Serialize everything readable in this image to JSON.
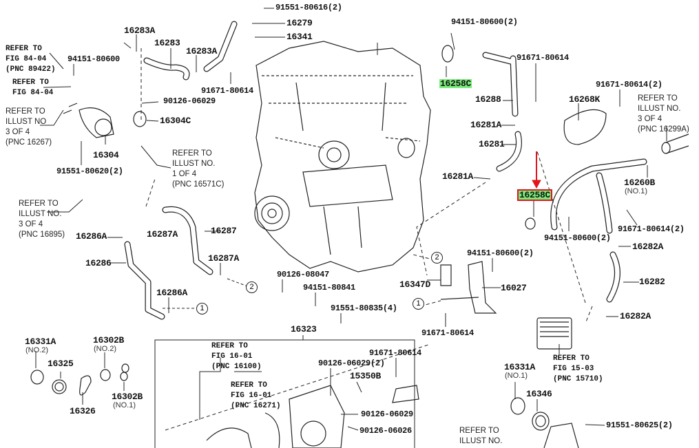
{
  "accent_colors": {
    "highlight": "#78ec78",
    "callout_red": "#e3141b"
  },
  "callout": {
    "target_label": "16258C",
    "icon": "red-arrow-down"
  },
  "labels": {
    "p91551_80616": "91551-80616(2)",
    "p16279": "16279",
    "p16341": "16341",
    "p16283A_a": "16283A",
    "p16283": "16283",
    "p16283A_b": "16283A",
    "p91671_80614_a": "91671-80614",
    "ref_fig8404_a": "REFER TO\nFIG 84-04\n(PNC 89422)",
    "p94151_80600_a": "94151-80600",
    "ref_fig8404_b": "REFER TO\nFIG 84-04",
    "ref_illust_16267": "REFER TO\nILLUST NO\n3 OF 4\n(PNC 16267)",
    "p90126_06029_a": "90126-06029",
    "p16304C": "16304C",
    "p16304": "16304",
    "p91551_80620": "91551-80620(2)",
    "ref_illust_16571C": "REFER TO\nILLUST NO.\n1 OF 4\n(PNC 16571C)",
    "ref_illust_16895": "REFER TO\nILLUST NO.\n3 OF 4\n(PNC 16895)",
    "p16286A_a": "16286A",
    "p16287A_a": "16287A",
    "p16287": "16287",
    "p16286": "16286",
    "p16287A_b": "16287A",
    "p16286A_b": "16286A",
    "p16331A_a": "16331A",
    "no2_a": "(NO.2)",
    "p16325": "16325",
    "p16302B_a": "16302B",
    "no2_b": "(NO.2)",
    "p16326": "16326",
    "p16302B_b": "16302B",
    "no1_a": "(NO.1)",
    "p16323": "16323",
    "ref_fig1601_a": "REFER TO\nFIG 16-01\n(PNC 16100)",
    "ref_fig1601_b": "REFER TO\nFIG 16-01\n(PNC 16271)",
    "p90126_08047": "90126-08047",
    "p94151_80841": "94151-80841",
    "p91551_80835": "91551-80835(4)",
    "p90126_06029_2": "90126-06029(2)",
    "p91671_80614_b": "91671-80614",
    "p15350B": "15350B",
    "p90126_06029_b": "90126-06029",
    "p90126_06026": "90126-06026",
    "p94151_80600_b": "94151-80600(2)",
    "p16258C_a": "16258C",
    "p91671_80614_c": "91671-80614",
    "p16288": "16288",
    "p16281A_a": "16281A",
    "p16281": "16281",
    "p16281A_b": "16281A",
    "p16258C_b": "16258C",
    "p94151_80600_c": "94151-80600(2)",
    "p91671_80614_d": "91671-80614(2)",
    "p16268K": "16268K",
    "ref_illust_16299A": "REFER TO\nILLUST NO.\n3 OF 4\n(PNC 16299A)",
    "p16260B": "16260B",
    "no1_b": "(NO.1)",
    "p91671_80614_e": "91671-80614(2)",
    "p16282A_a": "16282A",
    "p16282": "16282",
    "p16282A_b": "16282A",
    "ref_fig1503": "REFER TO\nFIG 15-03\n(PNC 15710)",
    "p16331A_b": "16331A",
    "no1_c": "(NO.1)",
    "p16346": "16346",
    "p91551_80625": "91551-80625(2)",
    "ref_illust_bottom": "REFER TO\nILLUST NO.",
    "p16347D": "16347D",
    "p94151_80600_d": "94151-80600(2)",
    "p16027": "16027",
    "p91671_80614_f": "91671-80614",
    "circle1_a": "1",
    "circle2_a": "2",
    "circle2_b": "2",
    "circle1_b": "1"
  }
}
